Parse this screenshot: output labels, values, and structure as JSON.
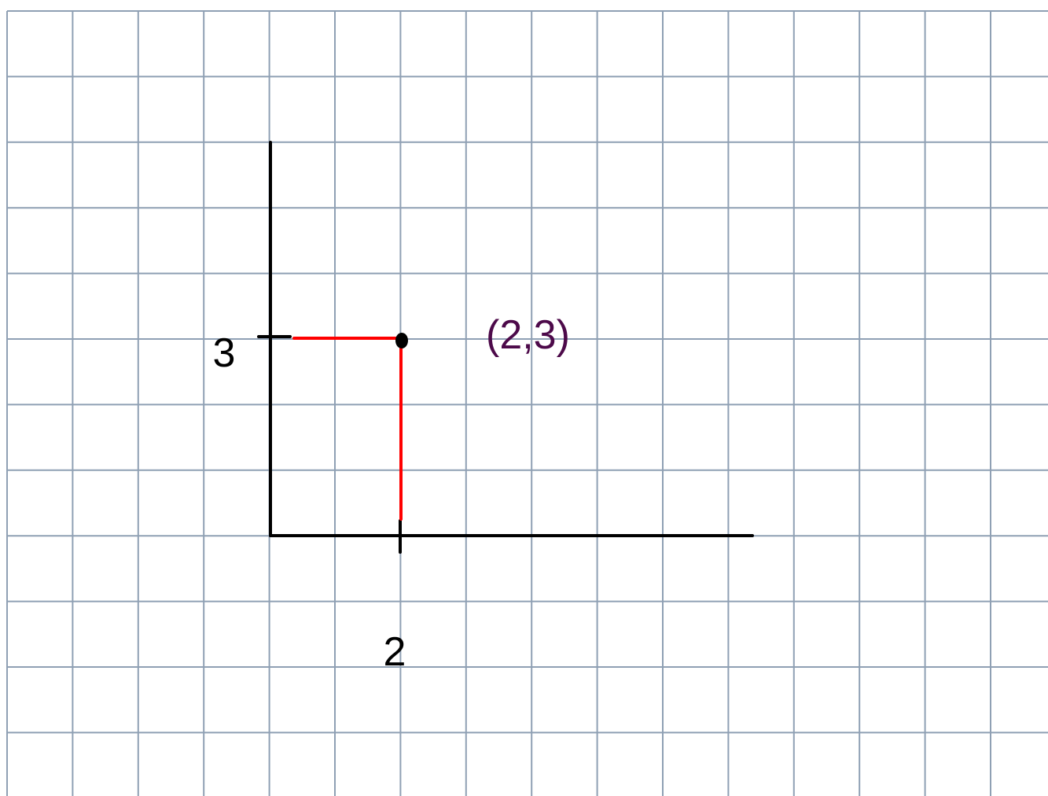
{
  "diagram": {
    "point": {
      "x": 2,
      "y": 3
    },
    "point_label": "(2,3)",
    "x_tick_label": "2",
    "y_tick_label": "3",
    "colors": {
      "grid": "#8fa0b4",
      "axes": "#000000",
      "guides": "#ff0000",
      "point": "#000000",
      "point_label": "#4d0a4a"
    }
  }
}
